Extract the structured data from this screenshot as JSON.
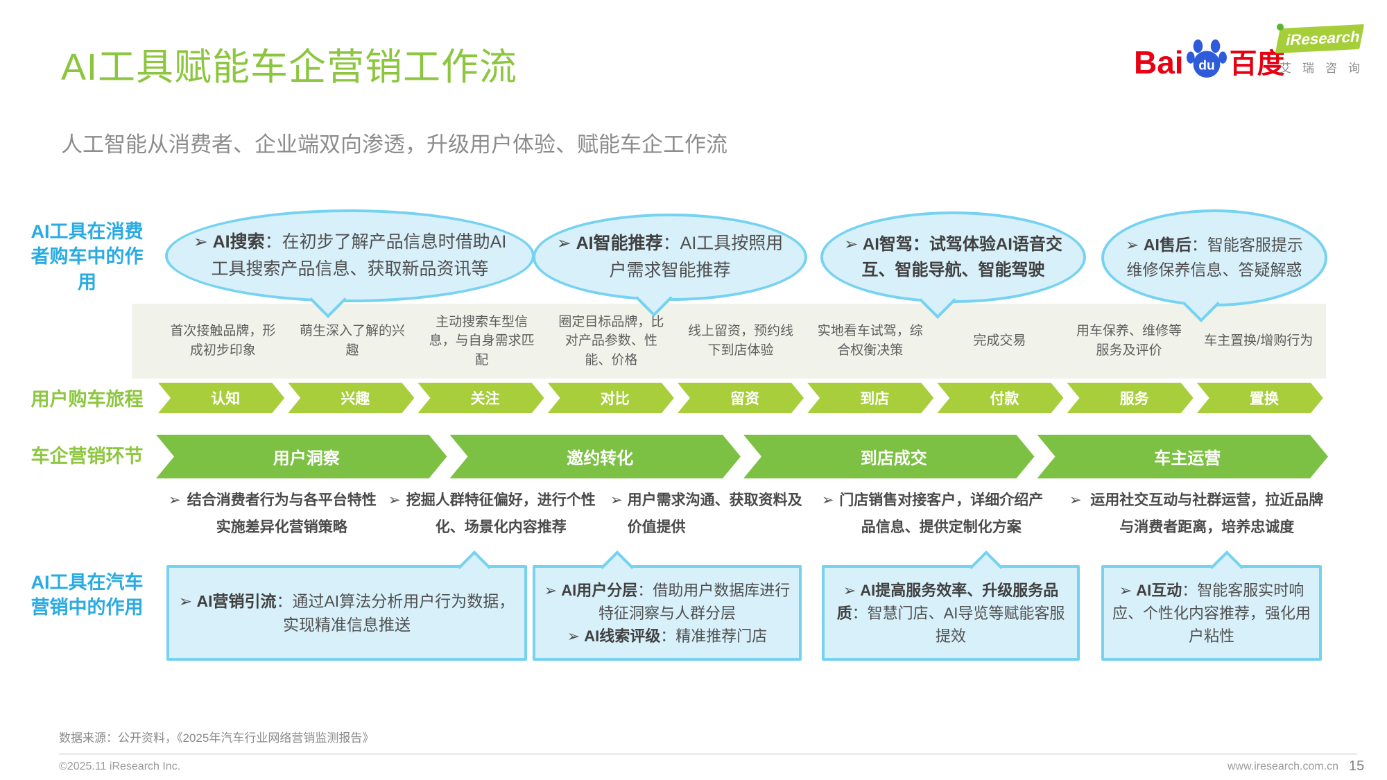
{
  "header": {
    "title": "AI工具赋能车企营销工作流",
    "subtitle": "人工智能从消费者、企业端双向渗透，升级用户体验、赋能车企工作流"
  },
  "logos": {
    "baidu_bai": "Bai",
    "baidu_du": "du",
    "baidu_cn": "百度",
    "iresearch_name": "iResearch",
    "iresearch_cn": [
      "艾",
      "瑞",
      "咨",
      "询"
    ]
  },
  "glyphs": {
    "arrow_marker": "➢"
  },
  "colors": {
    "title_green": "#8CC63F",
    "journey_green": "#A8CE3C",
    "marketing_green": "#7CC143",
    "label_blue": "#29ABE2",
    "bubble_fill": "#D8F0FA",
    "bubble_border": "#76D2F1",
    "baidu_red": "#E60012",
    "baidu_blue": "#2E5BDA"
  },
  "row_labels": {
    "consumer_ai": "AI工具在消费者购车中的作用",
    "journey": "用户购车旅程",
    "marketing": "车企营销环节",
    "marketing_ai": "AI工具在汽车营销中的作用"
  },
  "bubbles": [
    {
      "bold": "AI搜索",
      "rest": "：在初步了解产品信息时借助AI工具搜索产品信息、获取新品资讯等"
    },
    {
      "bold": "AI智能推荐",
      "rest": "：AI工具按照用户需求智能推荐"
    },
    {
      "bold": "AI智驾：试驾体验AI语音交互、智能导航、智能驾驶",
      "rest": ""
    },
    {
      "bold": "AI售后",
      "rest": "：智能客服提示维修保养信息、答疑解惑"
    }
  ],
  "stages": [
    "首次接触品牌，形成初步印象",
    "萌生深入了解的兴趣",
    "主动搜索车型信息，与自身需求匹配",
    "圈定目标品牌，比对产品参数、性能、价格",
    "线上留资，预约线下到店体验",
    "实地看车试驾，综合权衡决策",
    "完成交易",
    "用车保养、维修等服务及评价",
    "车主置换/增购行为"
  ],
  "journey_steps": [
    "认知",
    "兴趣",
    "关注",
    "对比",
    "留资",
    "到店",
    "付款",
    "服务",
    "置换"
  ],
  "marketing_steps": [
    "用户洞察",
    "邀约转化",
    "到店成交",
    "车主运营"
  ],
  "bullets": [
    "结合消费者行为与各平台特性实施差异化营销策略",
    "挖掘人群特征偏好，进行个性化、场景化内容推荐",
    "用户需求沟通、获取资料及价值提供",
    "门店销售对接客户，详细介绍产品信息、提供定制化方案",
    "运用社交互动与社群运营，拉近品牌与消费者距离，培养忠诚度"
  ],
  "boxes": [
    {
      "items": [
        {
          "bold": "AI营销引流",
          "rest": "：通过AI算法分析用户行为数据，实现精准信息推送"
        }
      ]
    },
    {
      "items": [
        {
          "bold": "AI用户分层",
          "rest": "：借助用户数据库进行特征洞察与人群分层"
        },
        {
          "bold": "AI线索评级",
          "rest": "：精准推荐门店"
        }
      ]
    },
    {
      "items": [
        {
          "bold": "AI提高服务效率、升级服务品质",
          "rest": "：智慧门店、AI导览等赋能客服提效"
        }
      ]
    },
    {
      "items": [
        {
          "bold": "AI互动",
          "rest": "：智能客服实时响应、个性化内容推荐，强化用户粘性"
        }
      ]
    }
  ],
  "footer": {
    "source": "数据来源：公开资料，《2025年汽车行业网络营销监测报告》",
    "copyright": "©2025.11 iResearch Inc.",
    "website": "www.iresearch.com.cn",
    "page": "15"
  }
}
